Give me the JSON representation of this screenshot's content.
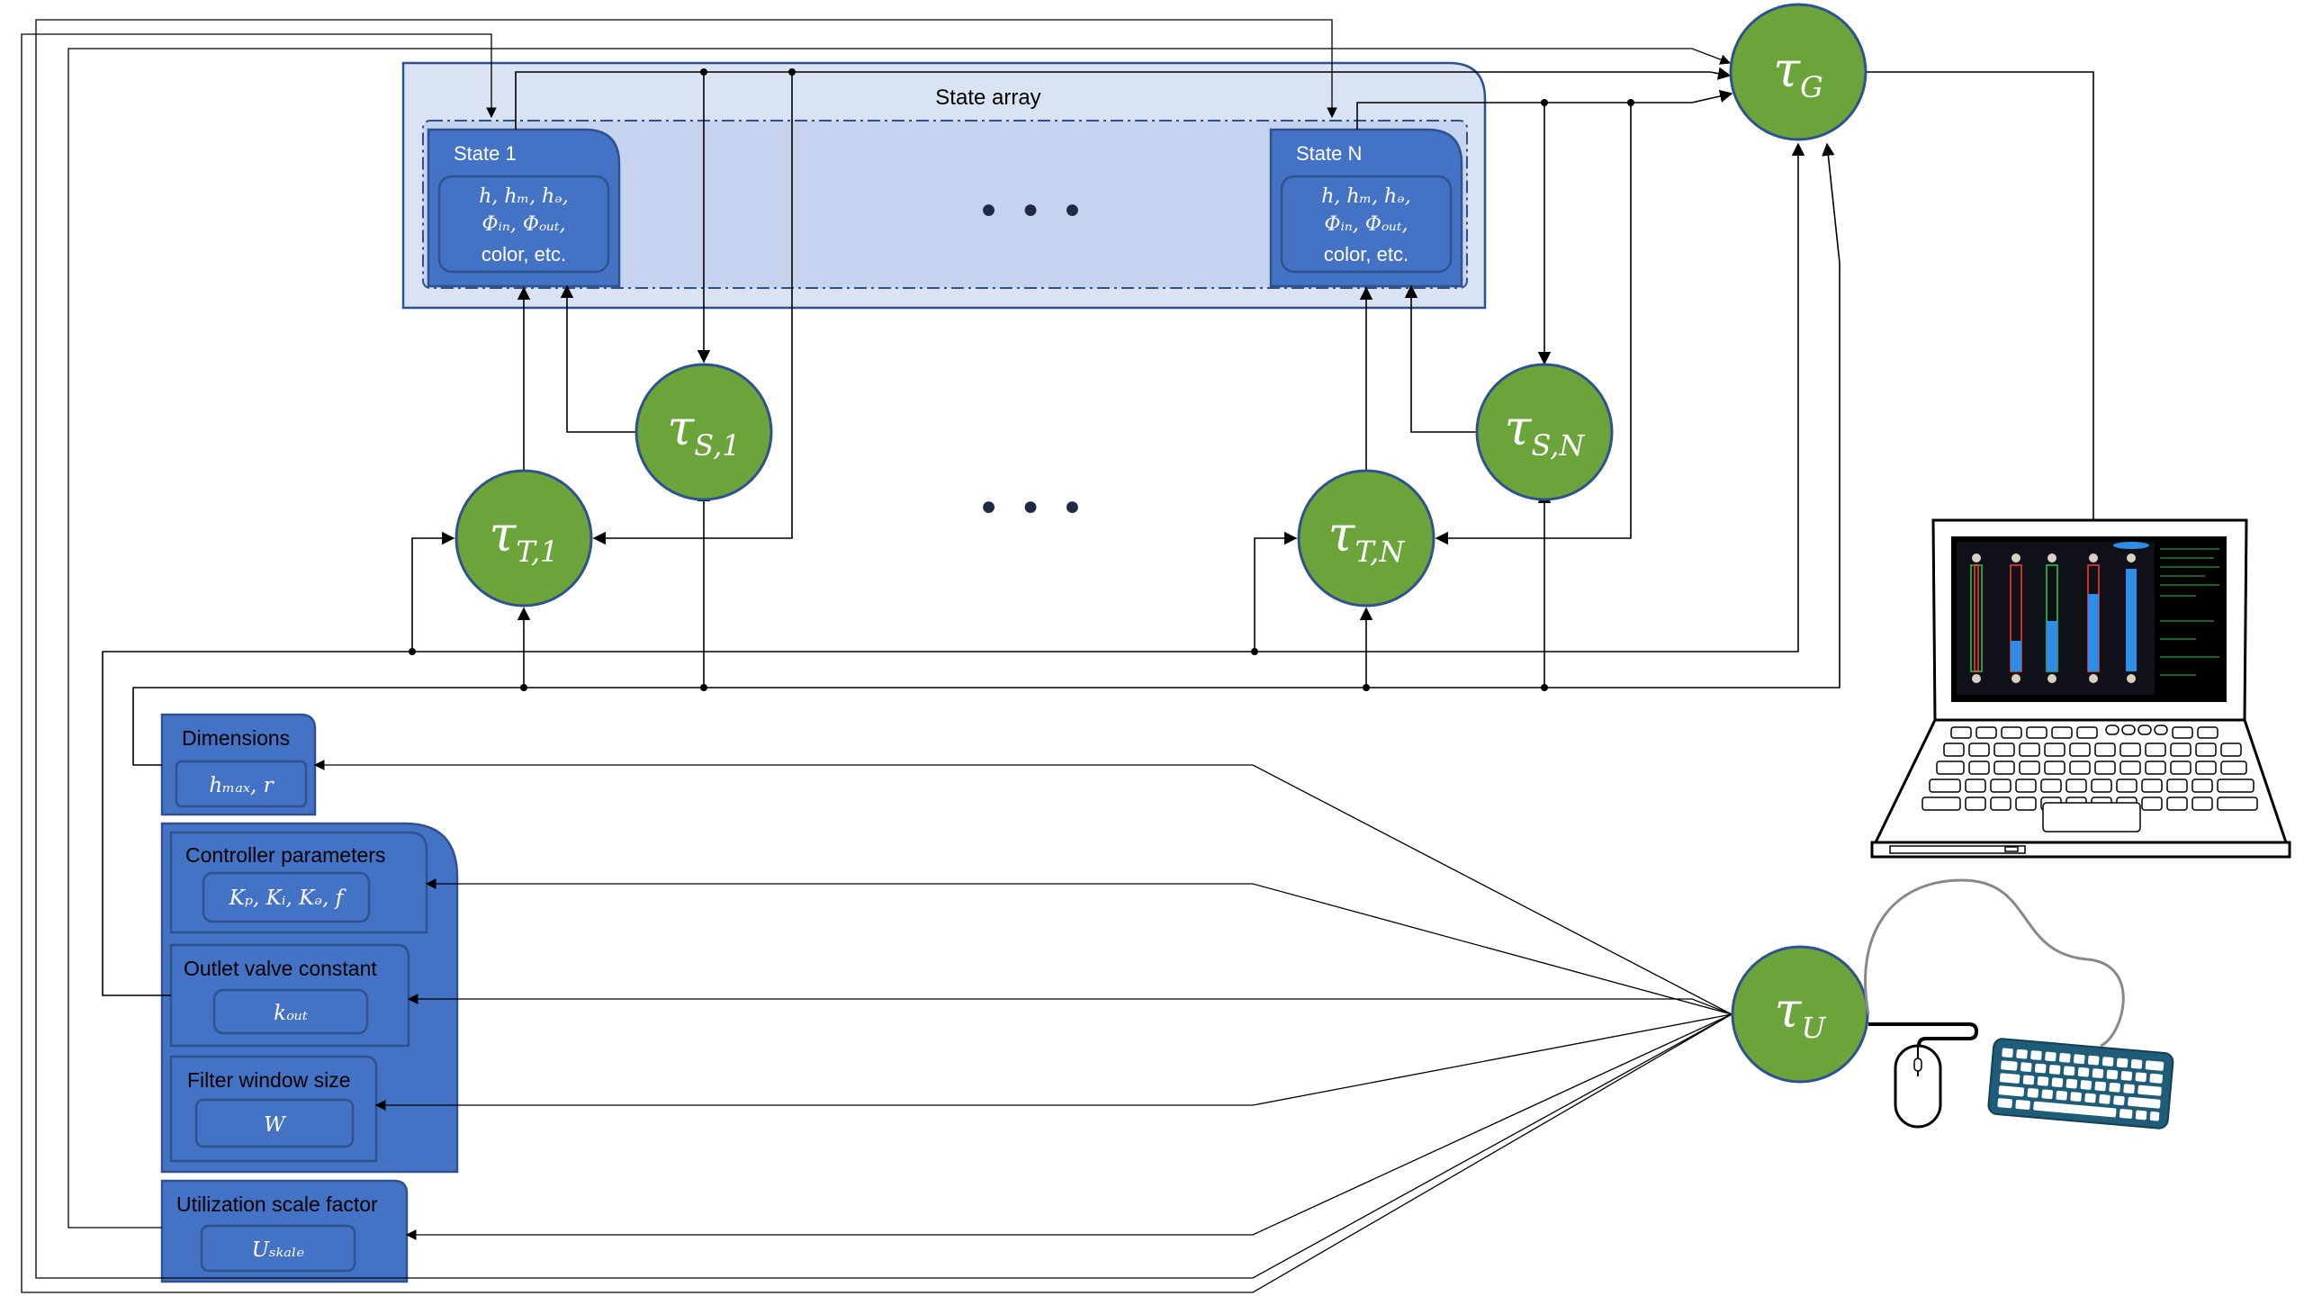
{
  "state_array": {
    "title": "State array",
    "ellipsis": "● ● ●",
    "states": [
      {
        "title": "State 1",
        "line1": "h, hₘ, hₔ,",
        "line2": "Φᵢₙ, Φₒᵤₜ,",
        "line3": "color, etc."
      },
      {
        "title": "State N",
        "line1": "h, hₘ, hₔ,",
        "line2": "Φᵢₙ, Φₒᵤₜ,",
        "line3": "color, etc."
      }
    ]
  },
  "middle_ellipsis": "● ● ●",
  "nodes": {
    "tau_g": {
      "symbol": "τ",
      "sub": "G"
    },
    "tau_s1": {
      "symbol": "τ",
      "sub": "S,1"
    },
    "tau_t1": {
      "symbol": "τ",
      "sub": "T,1"
    },
    "tau_sn": {
      "symbol": "τ",
      "sub": "S,N"
    },
    "tau_tn": {
      "symbol": "τ",
      "sub": "T,N"
    },
    "tau_u": {
      "symbol": "τ",
      "sub": "U"
    }
  },
  "parameters": {
    "dimensions": {
      "title": "Dimensions",
      "value": "hₘₐₓ, r"
    },
    "controller": {
      "title": "Controller parameters",
      "value": "Kₚ, Kᵢ, Kₔ, f"
    },
    "outlet": {
      "title": "Outlet valve constant",
      "value": "kₒᵤₜ"
    },
    "filter": {
      "title": "Filter window size",
      "value": "W"
    },
    "utilization": {
      "title": "Utilization scale factor",
      "value": "Uₛₖₐₗₑ"
    }
  },
  "colors": {
    "node_green": "#6aa43a",
    "node_border": "#2f528f",
    "box_blue": "#4472c4",
    "box_border": "#2f528f",
    "state_array_fill": "#dae3f3",
    "state_array_inner": "#c5d3ee"
  }
}
